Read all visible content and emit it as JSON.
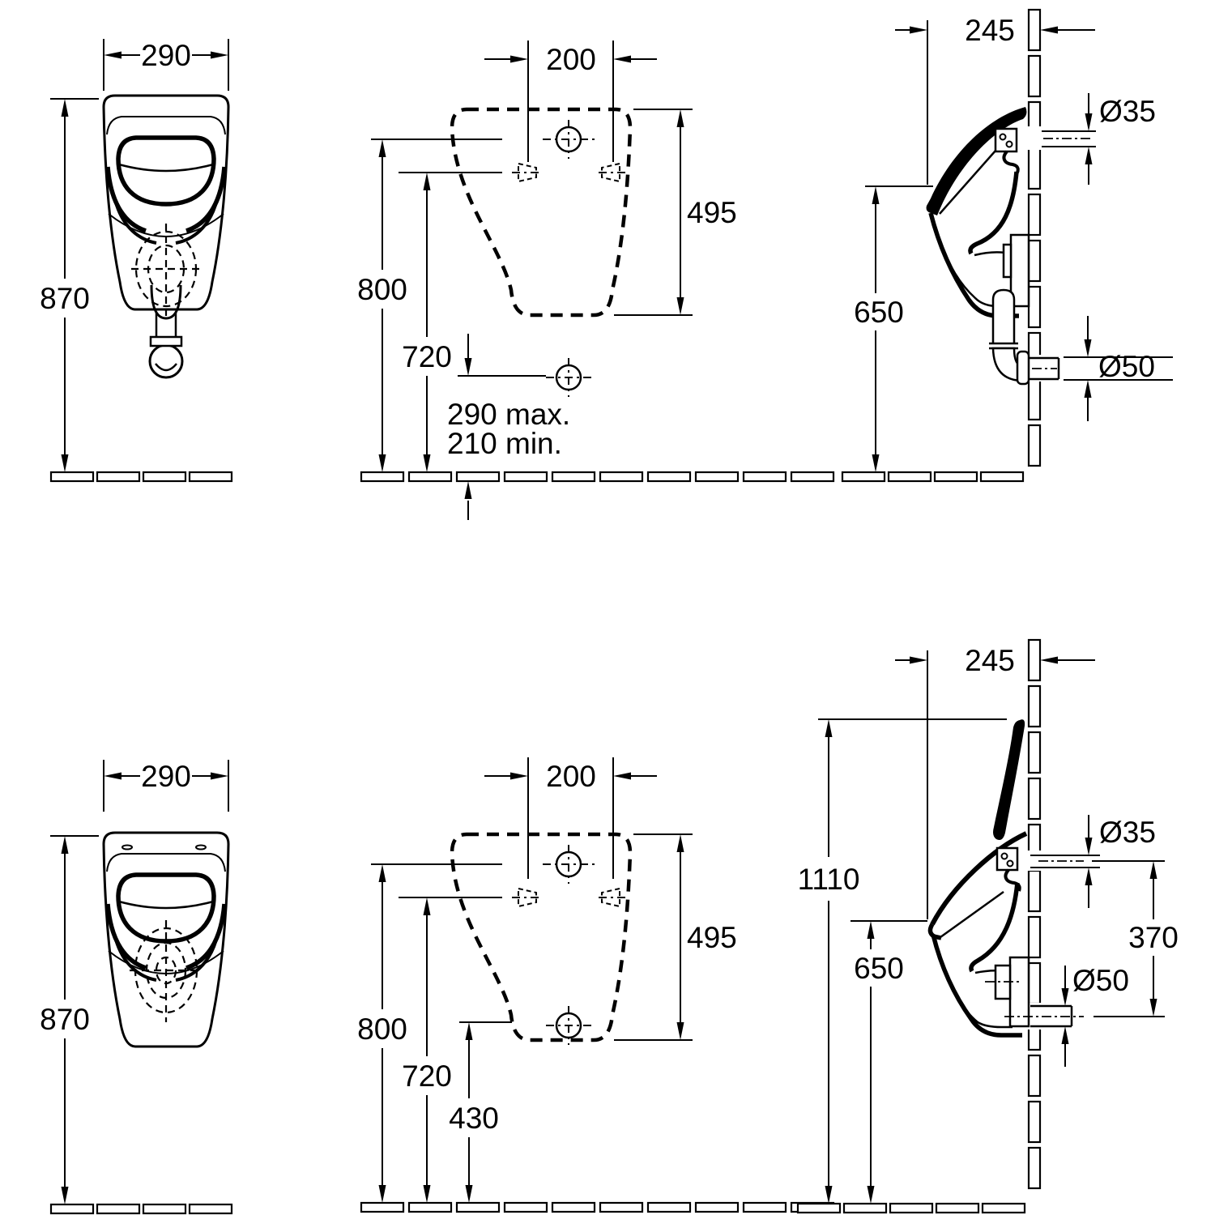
{
  "views": {
    "front_a": {
      "width": "290",
      "height": "870"
    },
    "template_a": {
      "bolt_spacing": "200",
      "inlet_height": "800",
      "fixing_height": "720",
      "outline_height": "495",
      "outlet_note1": "290 max.",
      "outlet_note2": "210 min."
    },
    "side_a": {
      "depth": "245",
      "inlet_diameter": "Ø35",
      "rim_height": "650",
      "outlet_diameter": "Ø50"
    },
    "front_b": {
      "width": "290",
      "height": "870"
    },
    "template_b": {
      "bolt_spacing": "200",
      "inlet_height": "800",
      "fixing_height": "720",
      "outlet_height": "430",
      "outline_height": "495"
    },
    "side_b": {
      "depth": "245",
      "inlet_diameter": "Ø35",
      "inlet_to_outlet": "370",
      "outlet_diameter": "Ø50",
      "overall_height": "1110",
      "rim_height": "650"
    }
  },
  "colors": {
    "line": "#000000",
    "background": "#ffffff"
  }
}
